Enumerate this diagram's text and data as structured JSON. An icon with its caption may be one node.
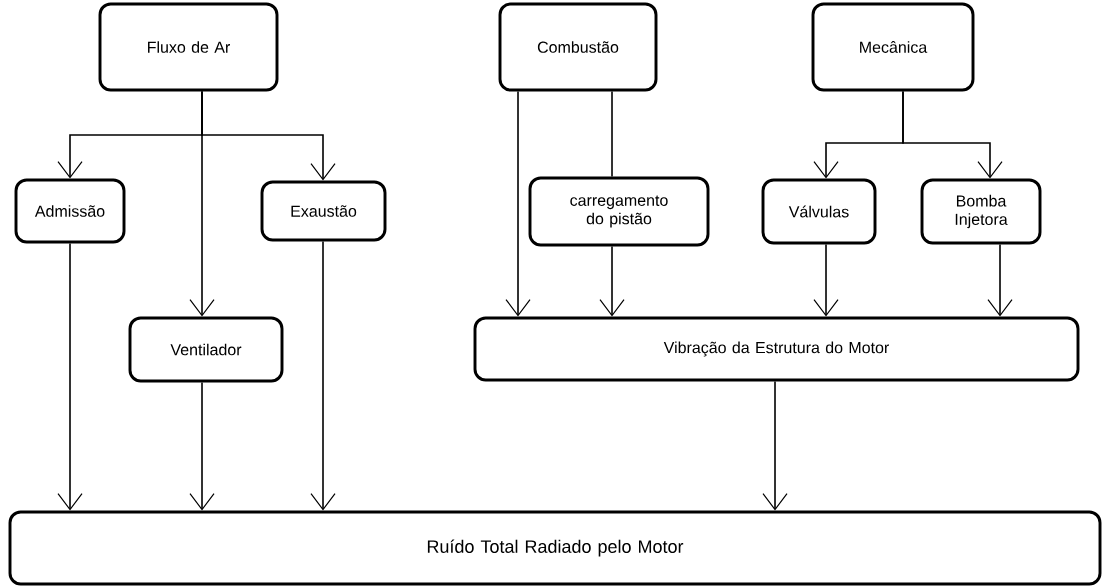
{
  "diagram": {
    "nodes": [
      {
        "text": [
          "Fluxo de Ar"
        ]
      },
      {
        "text": [
          "Combustão"
        ]
      },
      {
        "text": [
          "Mecânica"
        ]
      },
      {
        "text": [
          "Admissão"
        ]
      },
      {
        "text": [
          "Exaustão"
        ]
      },
      {
        "text": [
          "carregamento do pistão"
        ]
      },
      {
        "text": [
          "Válvulas"
        ]
      },
      {
        "text": [
          "Bomba Injetora"
        ]
      },
      {
        "text": [
          "Ventilador"
        ]
      },
      {
        "text": [
          "Vibração da Estrutura do Motor"
        ]
      },
      {
        "text": [
          "Ruído Total Radiado pelo Motor"
        ]
      }
    ],
    "edges": [
      {
        "from": 0,
        "to": 3,
        "arrow": "to"
      },
      {
        "from": 0,
        "to": 8,
        "arrow": "to"
      },
      {
        "from": 0,
        "to": 4,
        "arrow": "to"
      },
      {
        "from": 1,
        "to": 9,
        "arrow": "to"
      },
      {
        "from": 1,
        "to": 5,
        "arrow": "none"
      },
      {
        "from": 2,
        "to": 6,
        "arrow": "to"
      },
      {
        "from": 2,
        "to": 7,
        "arrow": "to"
      },
      {
        "from": 5,
        "to": 9,
        "arrow": "to"
      },
      {
        "from": 6,
        "to": 9,
        "arrow": "to"
      },
      {
        "from": 7,
        "to": 9,
        "arrow": "to"
      },
      {
        "from": 3,
        "to": 10,
        "arrow": "to"
      },
      {
        "from": 8,
        "to": 10,
        "arrow": "to"
      },
      {
        "from": 4,
        "to": 10,
        "arrow": "to"
      },
      {
        "from": 9,
        "to": 10,
        "arrow": "to"
      }
    ]
  }
}
